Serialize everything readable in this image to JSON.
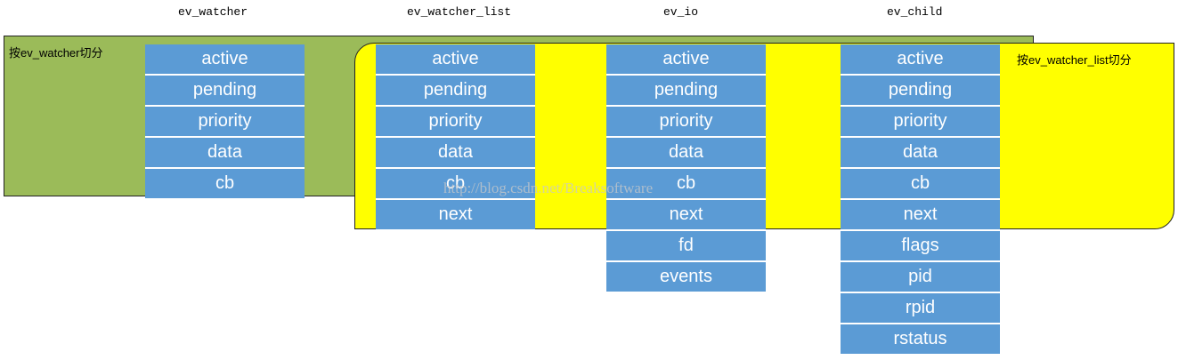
{
  "headers": [
    "ev_watcher",
    "ev_watcher_list",
    "ev_io",
    "ev_child"
  ],
  "regions": {
    "green_label": "按ev_watcher切分",
    "yellow_label": "按ev_watcher_list切分"
  },
  "structs": [
    {
      "name": "ev_watcher",
      "fields": [
        "active",
        "pending",
        "priority",
        "data",
        "cb"
      ]
    },
    {
      "name": "ev_watcher_list",
      "fields": [
        "active",
        "pending",
        "priority",
        "data",
        "cb",
        "next"
      ]
    },
    {
      "name": "ev_io",
      "fields": [
        "active",
        "pending",
        "priority",
        "data",
        "cb",
        "next",
        "fd",
        "events"
      ]
    },
    {
      "name": "ev_child",
      "fields": [
        "active",
        "pending",
        "priority",
        "data",
        "cb",
        "next",
        "flags",
        "pid",
        "rpid",
        "rstatus"
      ]
    }
  ],
  "watermark": "http://blog.csdn.net/Breaksoftware",
  "colors": {
    "green_region": "#9bbb59",
    "yellow_region": "#ffff00",
    "field_fill": "#5b9bd5",
    "field_text": "#ffffff"
  }
}
